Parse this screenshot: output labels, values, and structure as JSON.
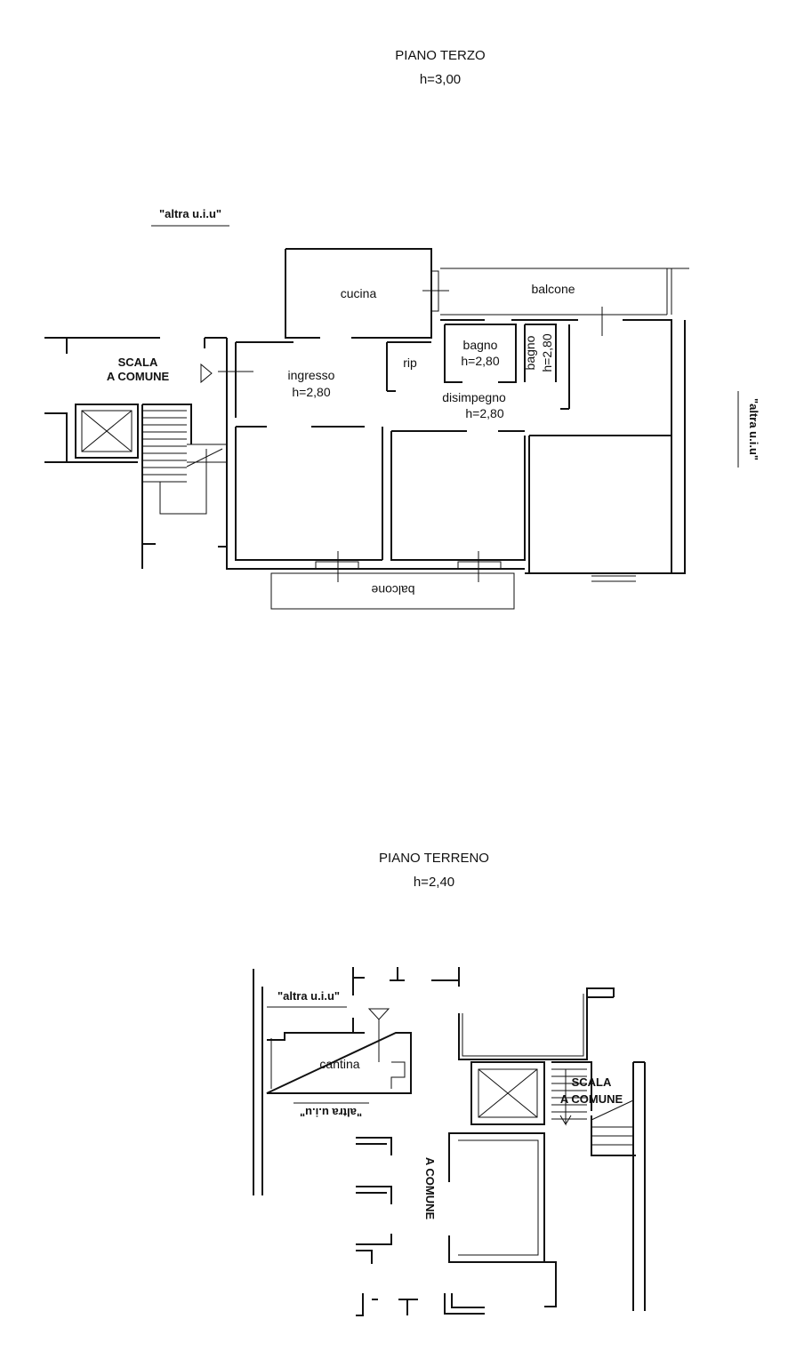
{
  "floor3": {
    "title": "PIANO TERZO",
    "height": "h=3,00",
    "labels": {
      "altra_top": "\"altra u.i.u\"",
      "altra_right": "\"altra u.i.u\"",
      "scala_1": "SCALA",
      "scala_2": "A COMUNE",
      "cucina": "cucina",
      "balcone_top": "balcone",
      "rip": "rip",
      "bagno1": "bagno",
      "bagno1_h": "h=2,80",
      "bagno2": "bagno",
      "bagno2_h": "h=2,80",
      "ingresso": "ingresso",
      "ingresso_h": "h=2,80",
      "disimpegno": "disimpegno",
      "disimpegno_h": "h=2,80",
      "balcone_bottom": "balcone"
    }
  },
  "ground": {
    "title": "PIANO TERRENO",
    "height": "h=2,40",
    "labels": {
      "altra_top": "\"altra u.i.u\"",
      "cantina": "cantina",
      "altra_inverted": "\"altra u.i.u\"",
      "scala_1": "SCALA",
      "scala_2": "A COMUNE",
      "a_comune": "A COMUNE"
    }
  }
}
